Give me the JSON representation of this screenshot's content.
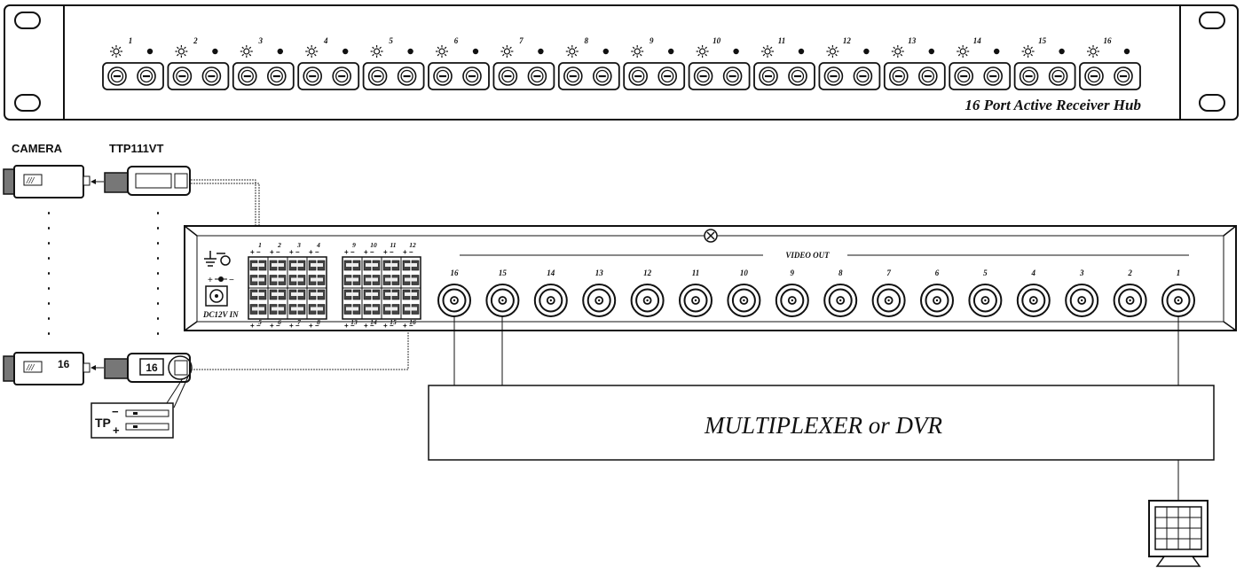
{
  "hub_front": {
    "title": "16 Port Active Receiver Hub",
    "channels": [
      "1",
      "2",
      "3",
      "4",
      "5",
      "6",
      "7",
      "8",
      "9",
      "10",
      "11",
      "12",
      "13",
      "14",
      "15",
      "16"
    ]
  },
  "labels": {
    "camera": "CAMERA",
    "transmitter": "TTP111VT",
    "camera_last_number": "16",
    "transmitter_last_number": "16"
  },
  "terminal_key": {
    "prefix": "TP",
    "minus": "−",
    "plus": "+"
  },
  "hub_back": {
    "power_label": "DC12V IN",
    "video_out_label": "VIDEO OUT",
    "terminal_block_a_top": [
      "1",
      "2",
      "3",
      "4"
    ],
    "terminal_block_a_bottom": [
      "5",
      "6",
      "7",
      "8"
    ],
    "terminal_block_b_top": [
      "9",
      "10",
      "11",
      "12"
    ],
    "terminal_block_b_bottom": [
      "13",
      "14",
      "15",
      "16"
    ],
    "terminal_polarity": [
      "+",
      "−"
    ],
    "video_out_ports": [
      "16",
      "15",
      "14",
      "13",
      "12",
      "11",
      "10",
      "9",
      "8",
      "7",
      "6",
      "5",
      "4",
      "3",
      "2",
      "1"
    ]
  },
  "recorder": {
    "label": "MULTIPLEXER or DVR"
  },
  "icons": [
    "ground-icon",
    "dc-jack-icon",
    "monitor-icon",
    "led-icon",
    "screw-icon"
  ]
}
